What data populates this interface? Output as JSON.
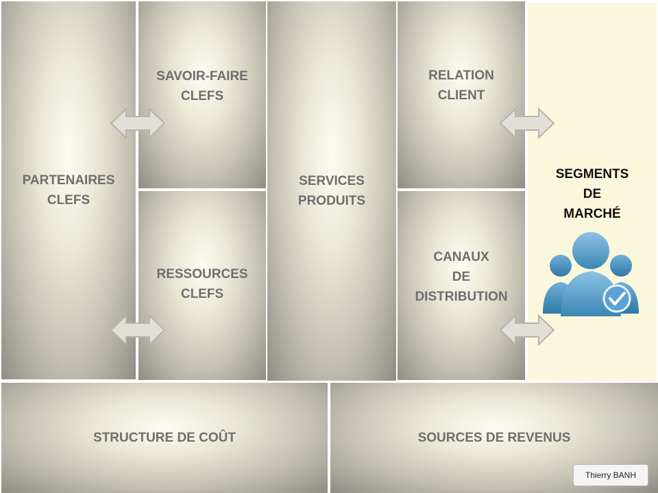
{
  "blocks": {
    "partners": "PARTENAIRES\nCLEFS",
    "activities": "SAVOIR-FAIRE\nCLEFS",
    "resources": "RESSOURCES\nCLEFS",
    "value": "SERVICES\nPRODUITS",
    "relations": "RELATION\nCLIENT",
    "channels": "CANAUX\nDE\nDISTRIBUTION",
    "segments": "SEGMENTS\nDE\nMARCHÉ",
    "costs": "STRUCTURE DE COÛT",
    "revenues": "SOURCES DE REVENUS"
  },
  "icons": {
    "segments": "customer-group-icon",
    "arrows": "double-arrow-icon"
  },
  "colors": {
    "segments_bg": "#fbf7dd",
    "people_icon": "#4b97c4"
  },
  "credit": "Thierry BANH"
}
